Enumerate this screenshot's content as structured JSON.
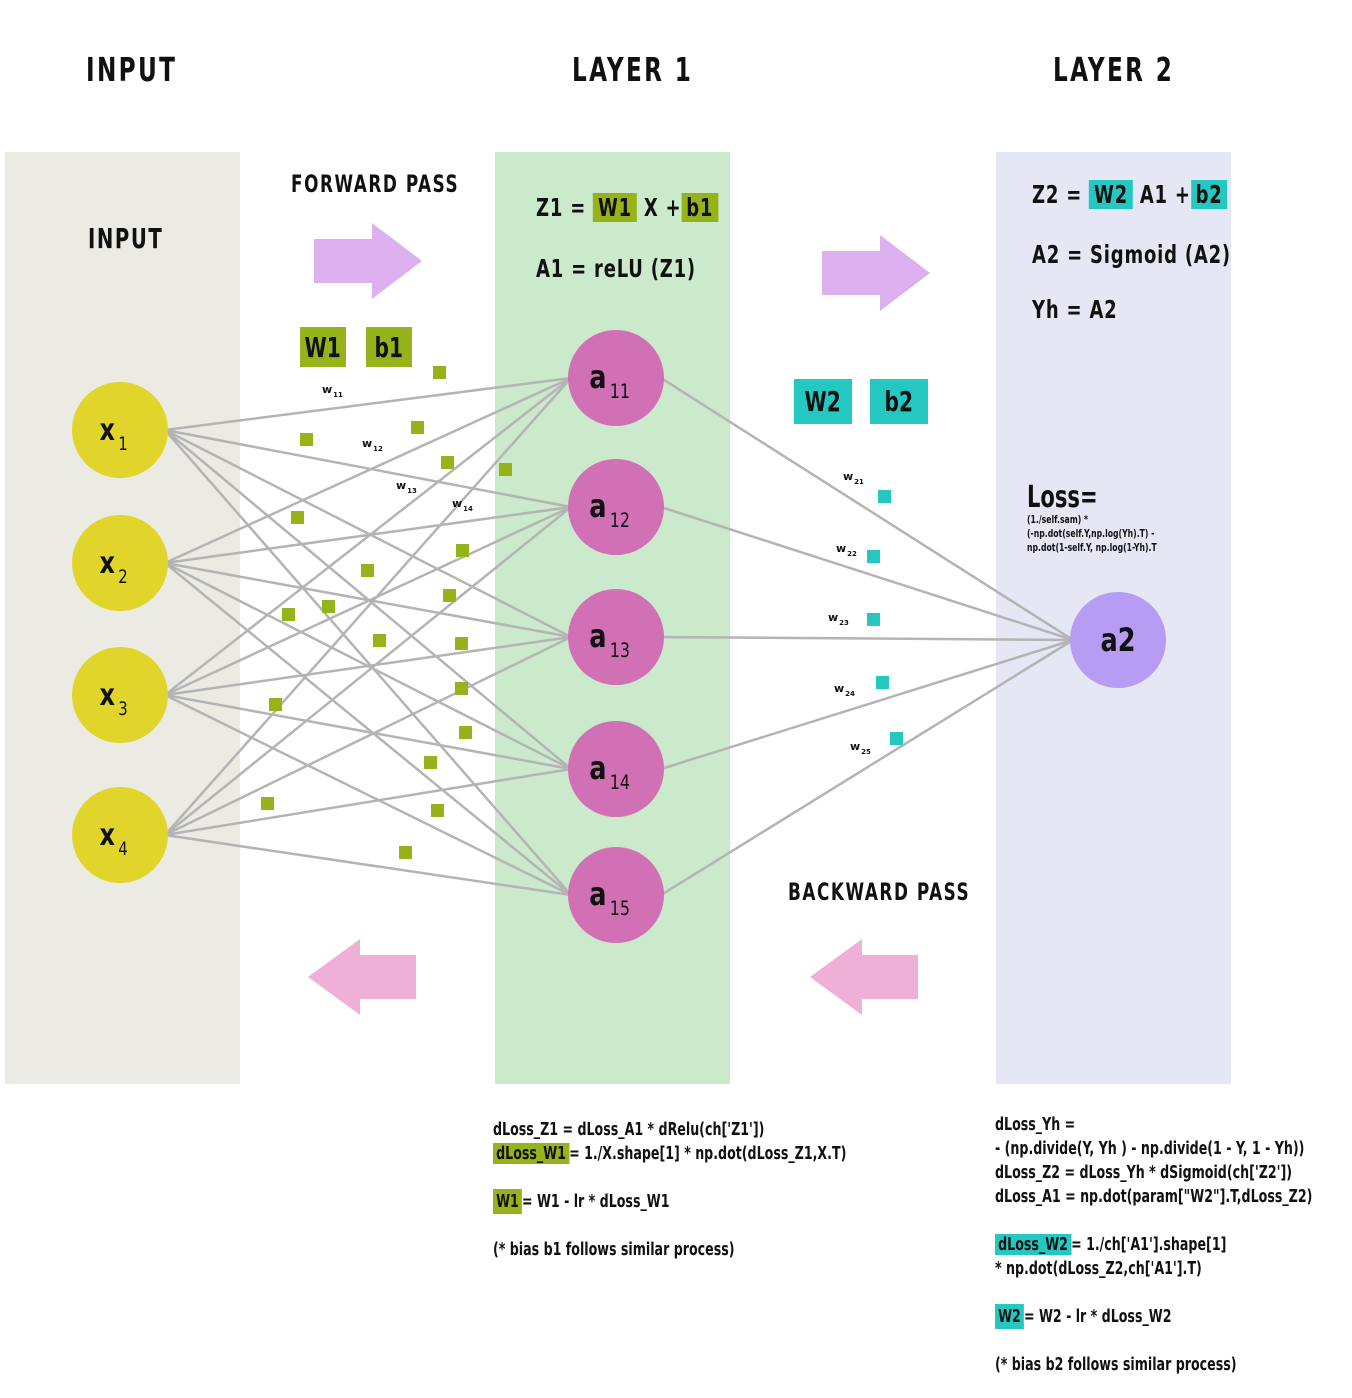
{
  "titles": {
    "input": "INPUT",
    "layer1": "LAYER 1",
    "layer2": "LAYER 2"
  },
  "colors": {
    "input_panel": "#ebebe3",
    "layer1_panel": "#cbe9cb",
    "layer2_panel": "#e5e7f4",
    "input_node": "#e1d52b",
    "hidden_node": "#d170b4",
    "output_node": "#b69cf3",
    "connection": "#b4b4b4",
    "layer1_accent": "#97b31b",
    "layer2_accent": "#24c8c0",
    "forward_arrow": "#ddb0ef",
    "backward_arrow": "#efb0d8"
  },
  "input_panel": {
    "label": "INPUT"
  },
  "forward": {
    "label": "FORWARD PASS"
  },
  "backward": {
    "label": "BACKWARD PASS"
  },
  "layer1": {
    "eq1": {
      "lhs": "Z1 =",
      "w": "W1",
      "mid": "X +",
      "b": "b1"
    },
    "eq2": "A1 = reLU (Z1)",
    "param_w": "W1",
    "param_b": "b1"
  },
  "layer2": {
    "eq1": {
      "lhs": "Z2 =",
      "w": "W2",
      "mid": "A1 +",
      "b": "b2"
    },
    "eq2": "A2 = Sigmoid (A2)",
    "eq3": "Yh = A2",
    "param_w": "W2",
    "param_b": "b2",
    "loss_title": "Loss=",
    "loss_lines": [
      "(1./self.sam) *",
      "(-np.dot(self.Y,np.log(Yh).T) -",
      "np.dot(1-self.Y, np.log(1-Yh).T"
    ]
  },
  "nodes": {
    "inputs": [
      {
        "base": "x",
        "sub": "1"
      },
      {
        "base": "x",
        "sub": "2"
      },
      {
        "base": "x",
        "sub": "3"
      },
      {
        "base": "x",
        "sub": "4"
      }
    ],
    "hidden": [
      {
        "base": "a",
        "sub": "11"
      },
      {
        "base": "a",
        "sub": "12"
      },
      {
        "base": "a",
        "sub": "13"
      },
      {
        "base": "a",
        "sub": "14"
      },
      {
        "base": "a",
        "sub": "15"
      }
    ],
    "output": {
      "label": "a2"
    }
  },
  "weights1": [
    {
      "base": "w",
      "sub": "11"
    },
    {
      "base": "w",
      "sub": "12"
    },
    {
      "base": "w",
      "sub": "13"
    },
    {
      "base": "w",
      "sub": "14"
    }
  ],
  "weights2": [
    {
      "base": "w",
      "sub": "21"
    },
    {
      "base": "w",
      "sub": "22"
    },
    {
      "base": "w",
      "sub": "23"
    },
    {
      "base": "w",
      "sub": "24"
    },
    {
      "base": "w",
      "sub": "25"
    }
  ],
  "backprop1": {
    "line1": "dLoss_Z1 = dLoss_A1 * dRelu(ch['Z1'])",
    "line2_hl": "dLoss_W1",
    "line2_rest": "= 1./X.shape[1] * np.dot(dLoss_Z1,X.T)",
    "line3_hl": "W1",
    "line3_rest": "= W1 - lr * dLoss_W1",
    "note": "(* bias b1 follows similar process)"
  },
  "backprop2": {
    "line1": "dLoss_Yh =",
    "line2": "- (np.divide(Y, Yh ) - np.divide(1 - Y, 1 - Yh))",
    "line3": "dLoss_Z2 = dLoss_Yh * dSigmoid(ch['Z2'])",
    "line4": "dLoss_A1 = np.dot(param[\"W2\"].T,dLoss_Z2)",
    "line5_hl": "dLoss_W2",
    "line5_rest": "= 1./ch['A1'].shape[1]",
    "line6": "* np.dot(dLoss_Z2,ch['A1'].T)",
    "line7_hl": "W2",
    "line7_rest": "= W2 - lr * dLoss_W2",
    "note": "(* bias b2 follows similar process)"
  }
}
